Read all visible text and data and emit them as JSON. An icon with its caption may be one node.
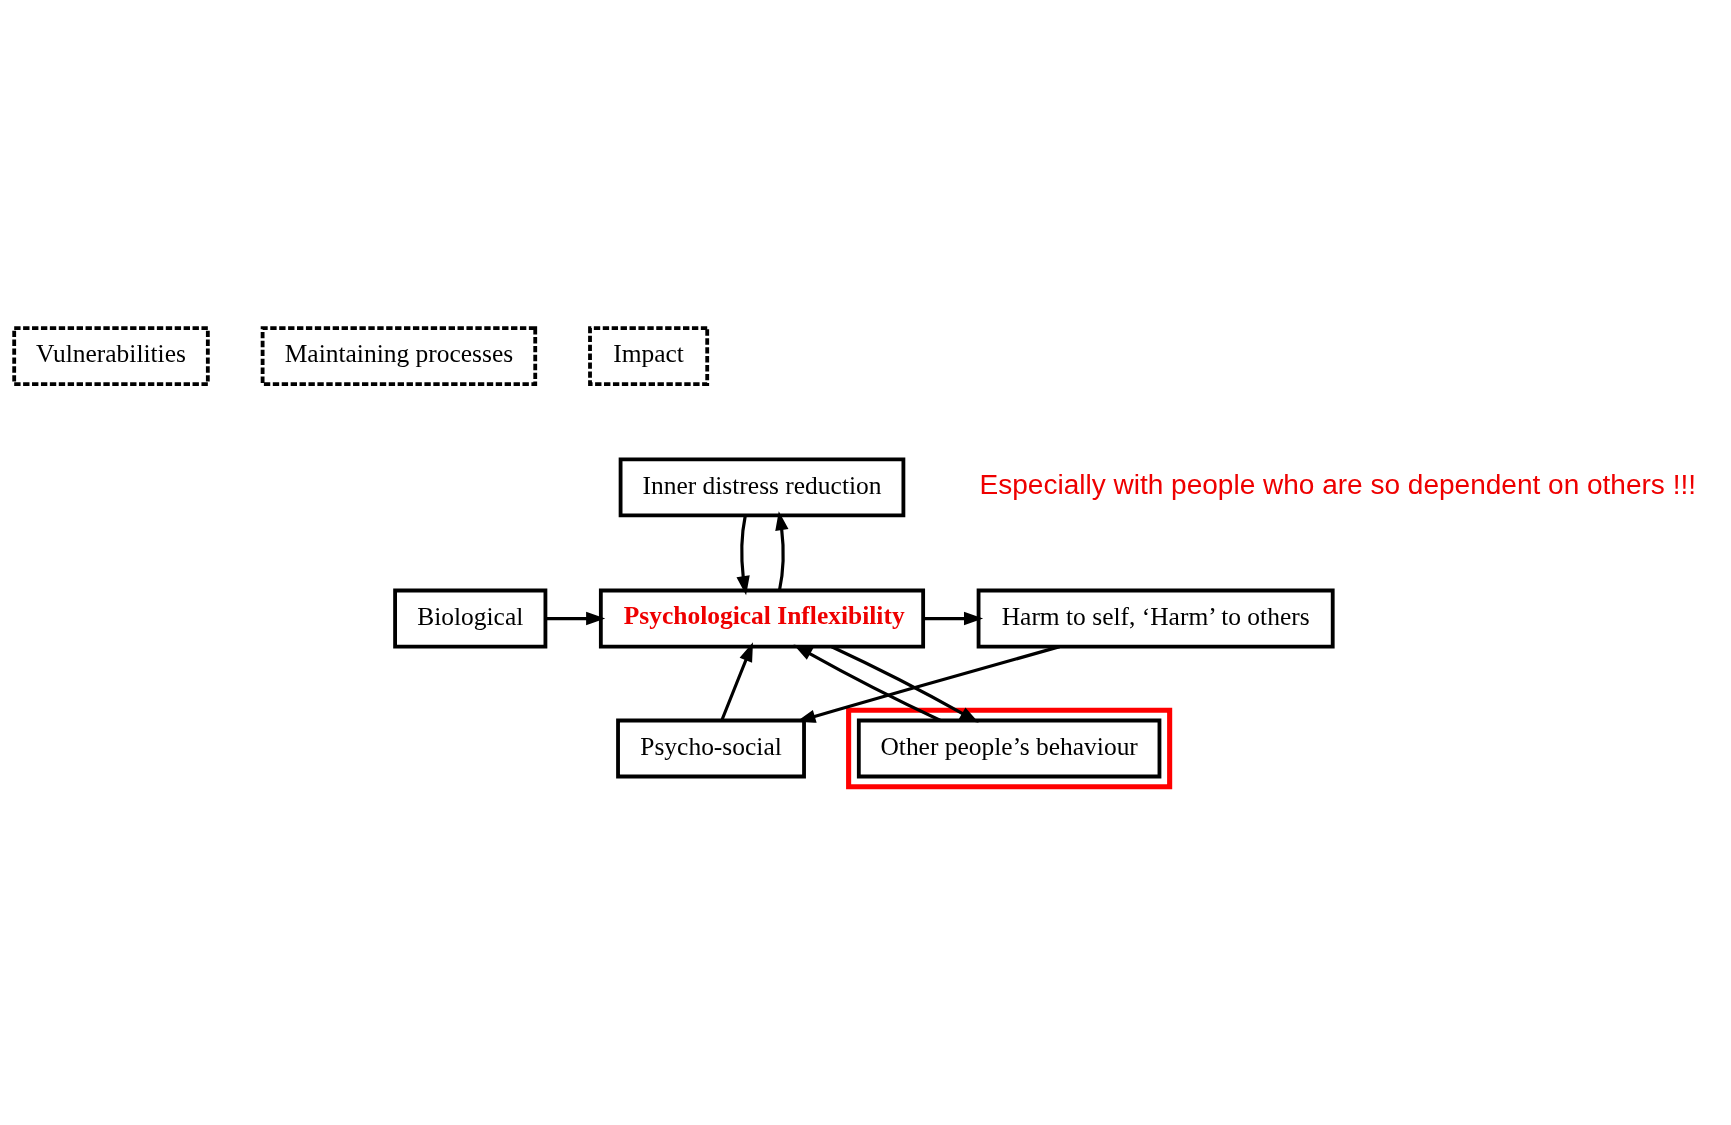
{
  "diagram": {
    "nodes": [
      {
        "text": [
          "Vulnerabilities"
        ]
      },
      {
        "text": [
          "Maintaining processes"
        ]
      },
      {
        "text": [
          "Impact"
        ]
      },
      {
        "text": [
          "Inner distress reduction"
        ]
      },
      {
        "text": [
          "Biological"
        ]
      },
      {
        "text": [
          "Psycho-social"
        ]
      },
      {
        "text": [
          "Psychological Inflexibility"
        ]
      },
      {
        "text": [
          "Harm to self, ‘Harm’ to others"
        ]
      },
      {
        "text": [],
        "shape": "box"
      },
      {
        "text": [
          "Other people’s behaviour"
        ],
        "in": 8
      }
    ],
    "edges": [
      {
        "from": 6,
        "to": 3,
        "arrow": "to"
      },
      {
        "from": 3,
        "to": 6,
        "arrow": "to"
      },
      {
        "from": 4,
        "to": 6,
        "arrow": "to"
      },
      {
        "from": 5,
        "to": 6,
        "arrow": "to"
      },
      {
        "from": 6,
        "to": 7,
        "arrow": "to"
      },
      {
        "from": 6,
        "to": 9,
        "arrow": "to"
      },
      {
        "from": 9,
        "to": 6,
        "arrow": "to"
      },
      {
        "from": 7,
        "to": 5,
        "arrow": "to"
      }
    ],
    "labels": [
      "Especially with people who are so dependent on others !!!"
    ]
  }
}
